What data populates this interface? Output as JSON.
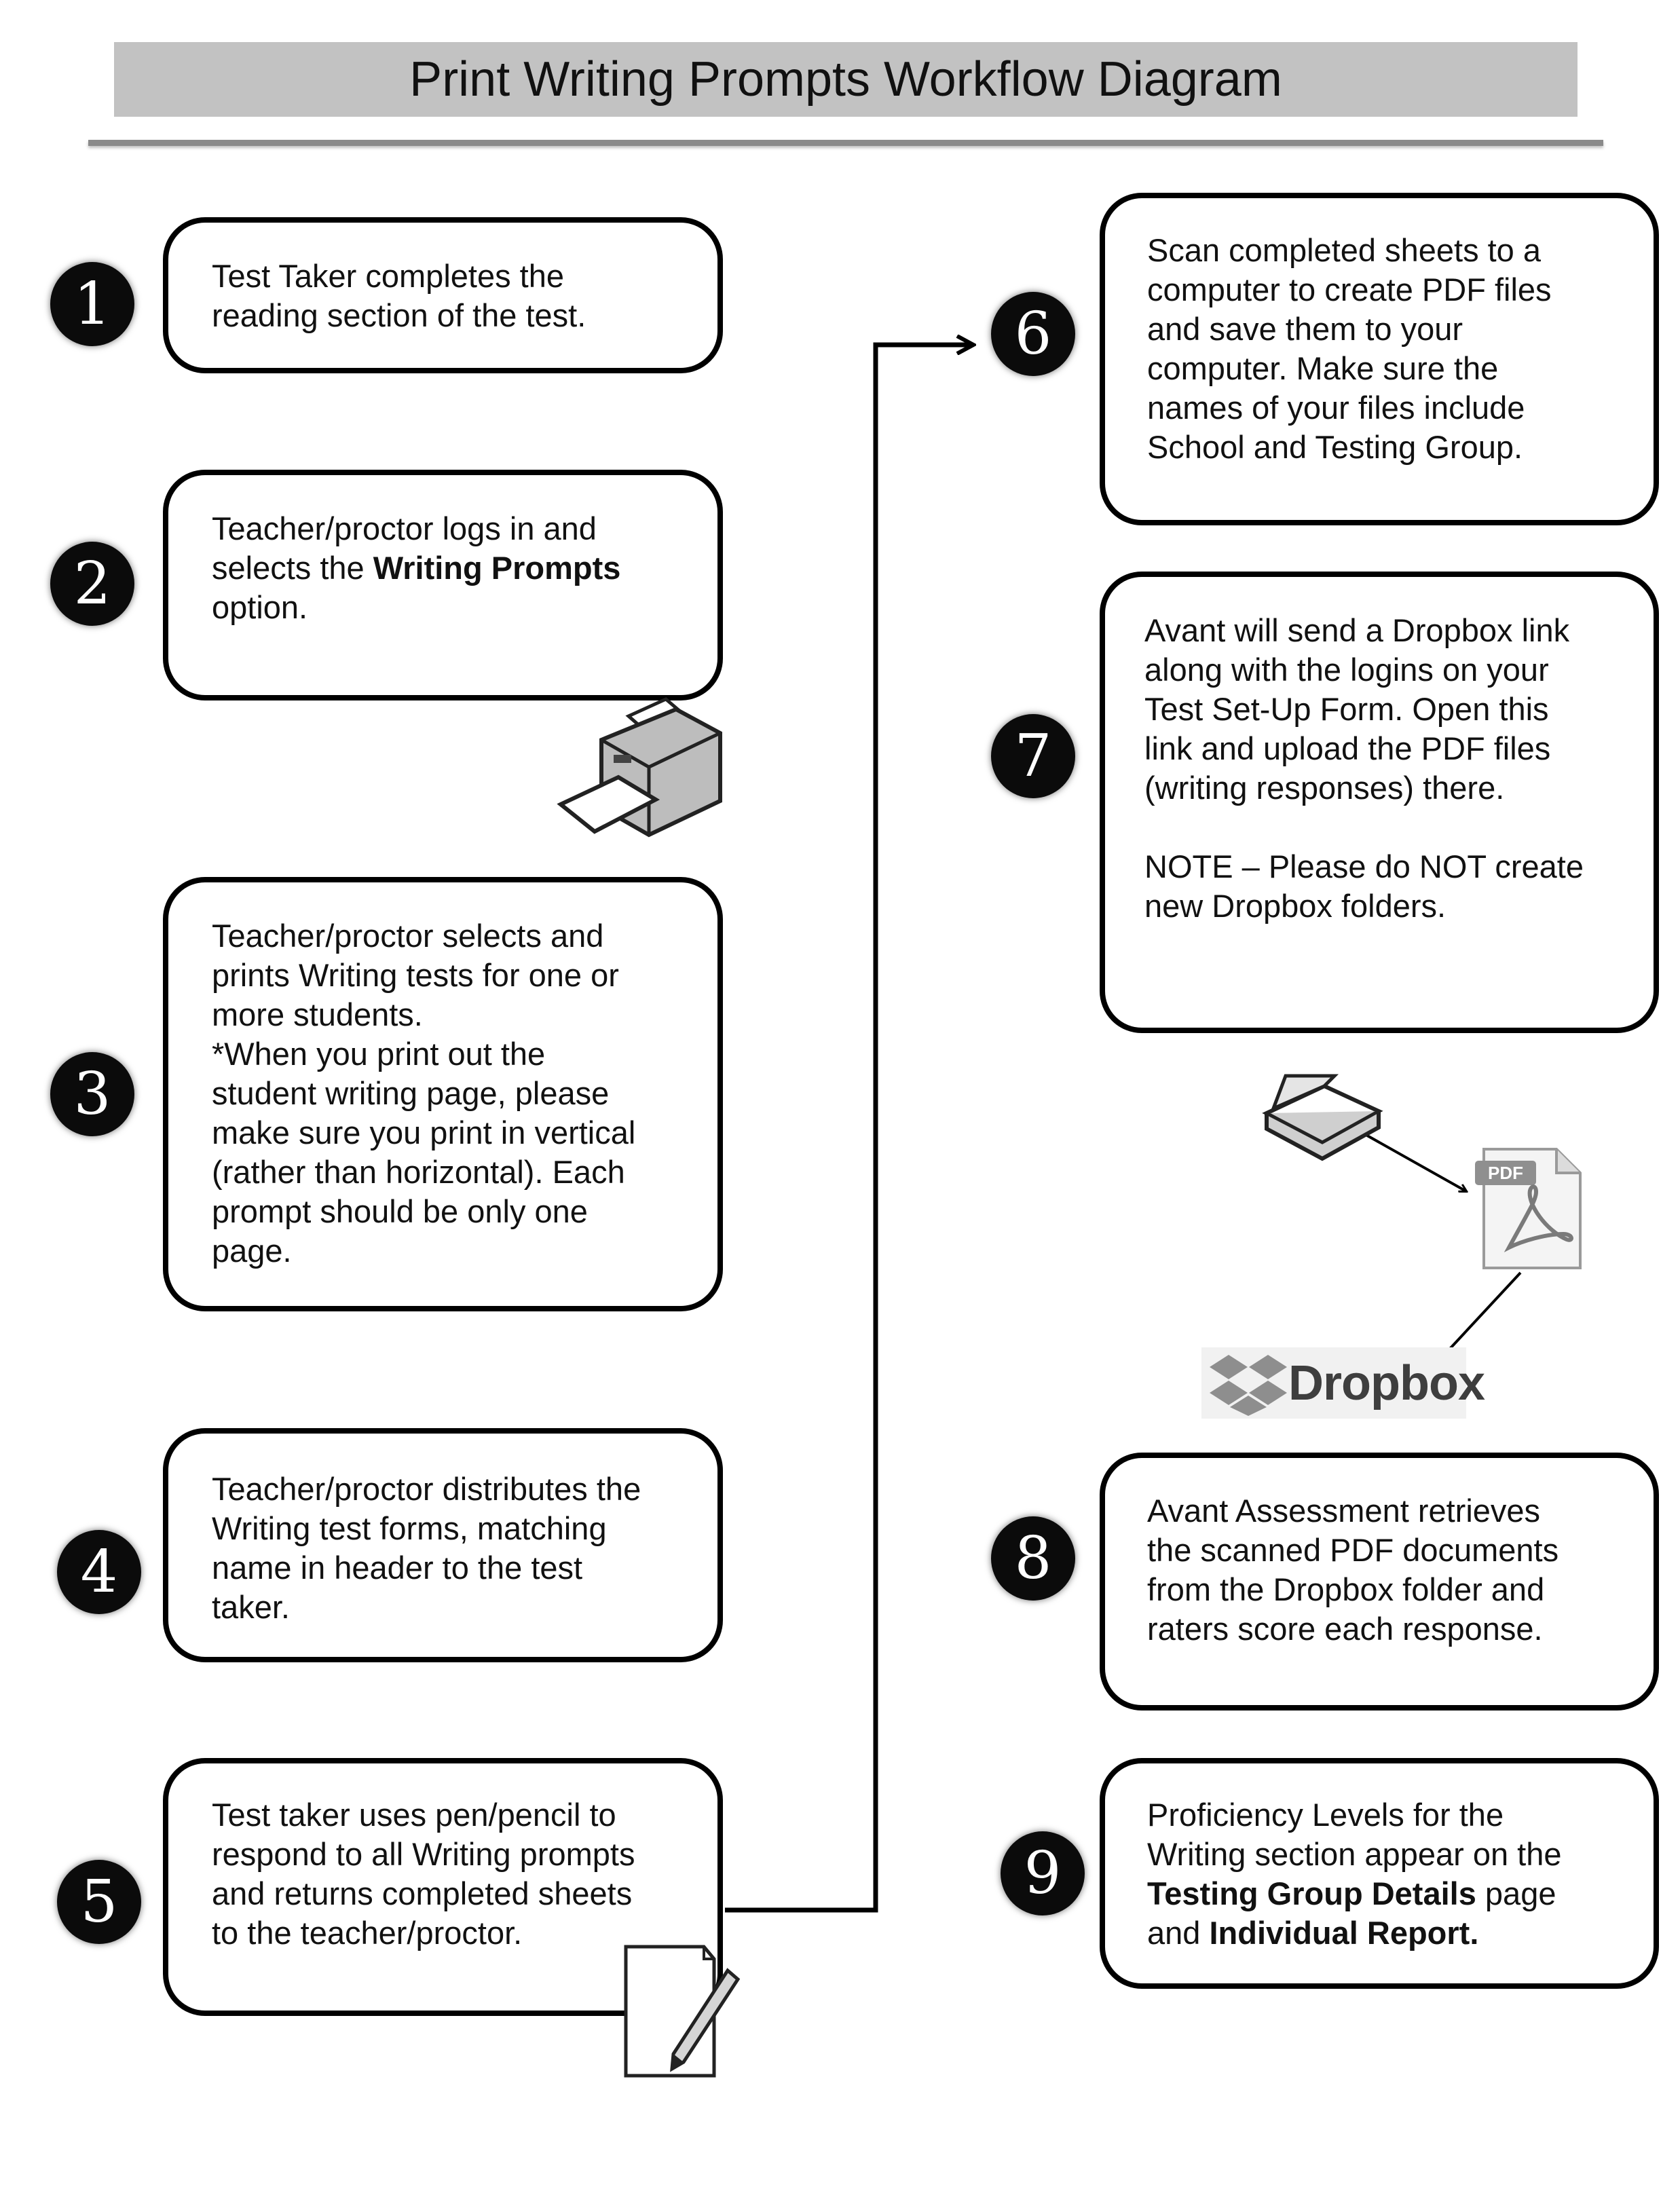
{
  "title": "Print Writing Prompts Workflow Diagram",
  "steps": [
    {
      "number": "1",
      "text": "Test Taker completes the\nreading section of the test."
    },
    {
      "number": "2",
      "before": "Teacher/proctor logs in and\nselects the ",
      "bold1": "Writing Prompts",
      "after": "\noption."
    },
    {
      "number": "3",
      "text": "Teacher/proctor selects and\nprints Writing tests for one or\nmore students.\n*When you print out the\nstudent writing page, please\nmake sure you print in vertical\n(rather than horizontal).  Each\nprompt should be only one\npage."
    },
    {
      "number": "4",
      "text": "Teacher/proctor distributes the\nWriting test forms, matching\nname in header to the test\ntaker."
    },
    {
      "number": "5",
      "text": "Test taker uses pen/pencil to\nrespond to all Writing prompts\nand returns completed sheets\nto the teacher/proctor."
    },
    {
      "number": "6",
      "text": "Scan completed sheets to a\ncomputer to create PDF files\nand save them to your\ncomputer. Make sure the\nnames of your files include\nSchool and Testing Group."
    },
    {
      "number": "7",
      "text": "Avant will send a Dropbox link\nalong with the logins on your\nTest Set-Up Form. Open this\nlink and upload the PDF files\n(writing responses) there.\n\nNOTE – Please do NOT create\nnew Dropbox folders."
    },
    {
      "number": "8",
      "text": "Avant Assessment retrieves\nthe scanned PDF documents\nfrom the Dropbox folder and\nraters score each response."
    },
    {
      "number": "9",
      "before": "Proficiency Levels for the\nWriting section appear on the\n",
      "bold1": "Testing Group Details",
      "middle": " page\nand ",
      "bold2": "Individual Report."
    }
  ],
  "icons": {
    "printer": "printer-icon",
    "paper_pencil": "paper-pencil-icon",
    "scanner": "scanner-icon",
    "pdf": "pdf-file-icon",
    "dropbox": "dropbox-logo"
  },
  "pdf_label": "PDF",
  "dropbox_word": "Dropbox"
}
